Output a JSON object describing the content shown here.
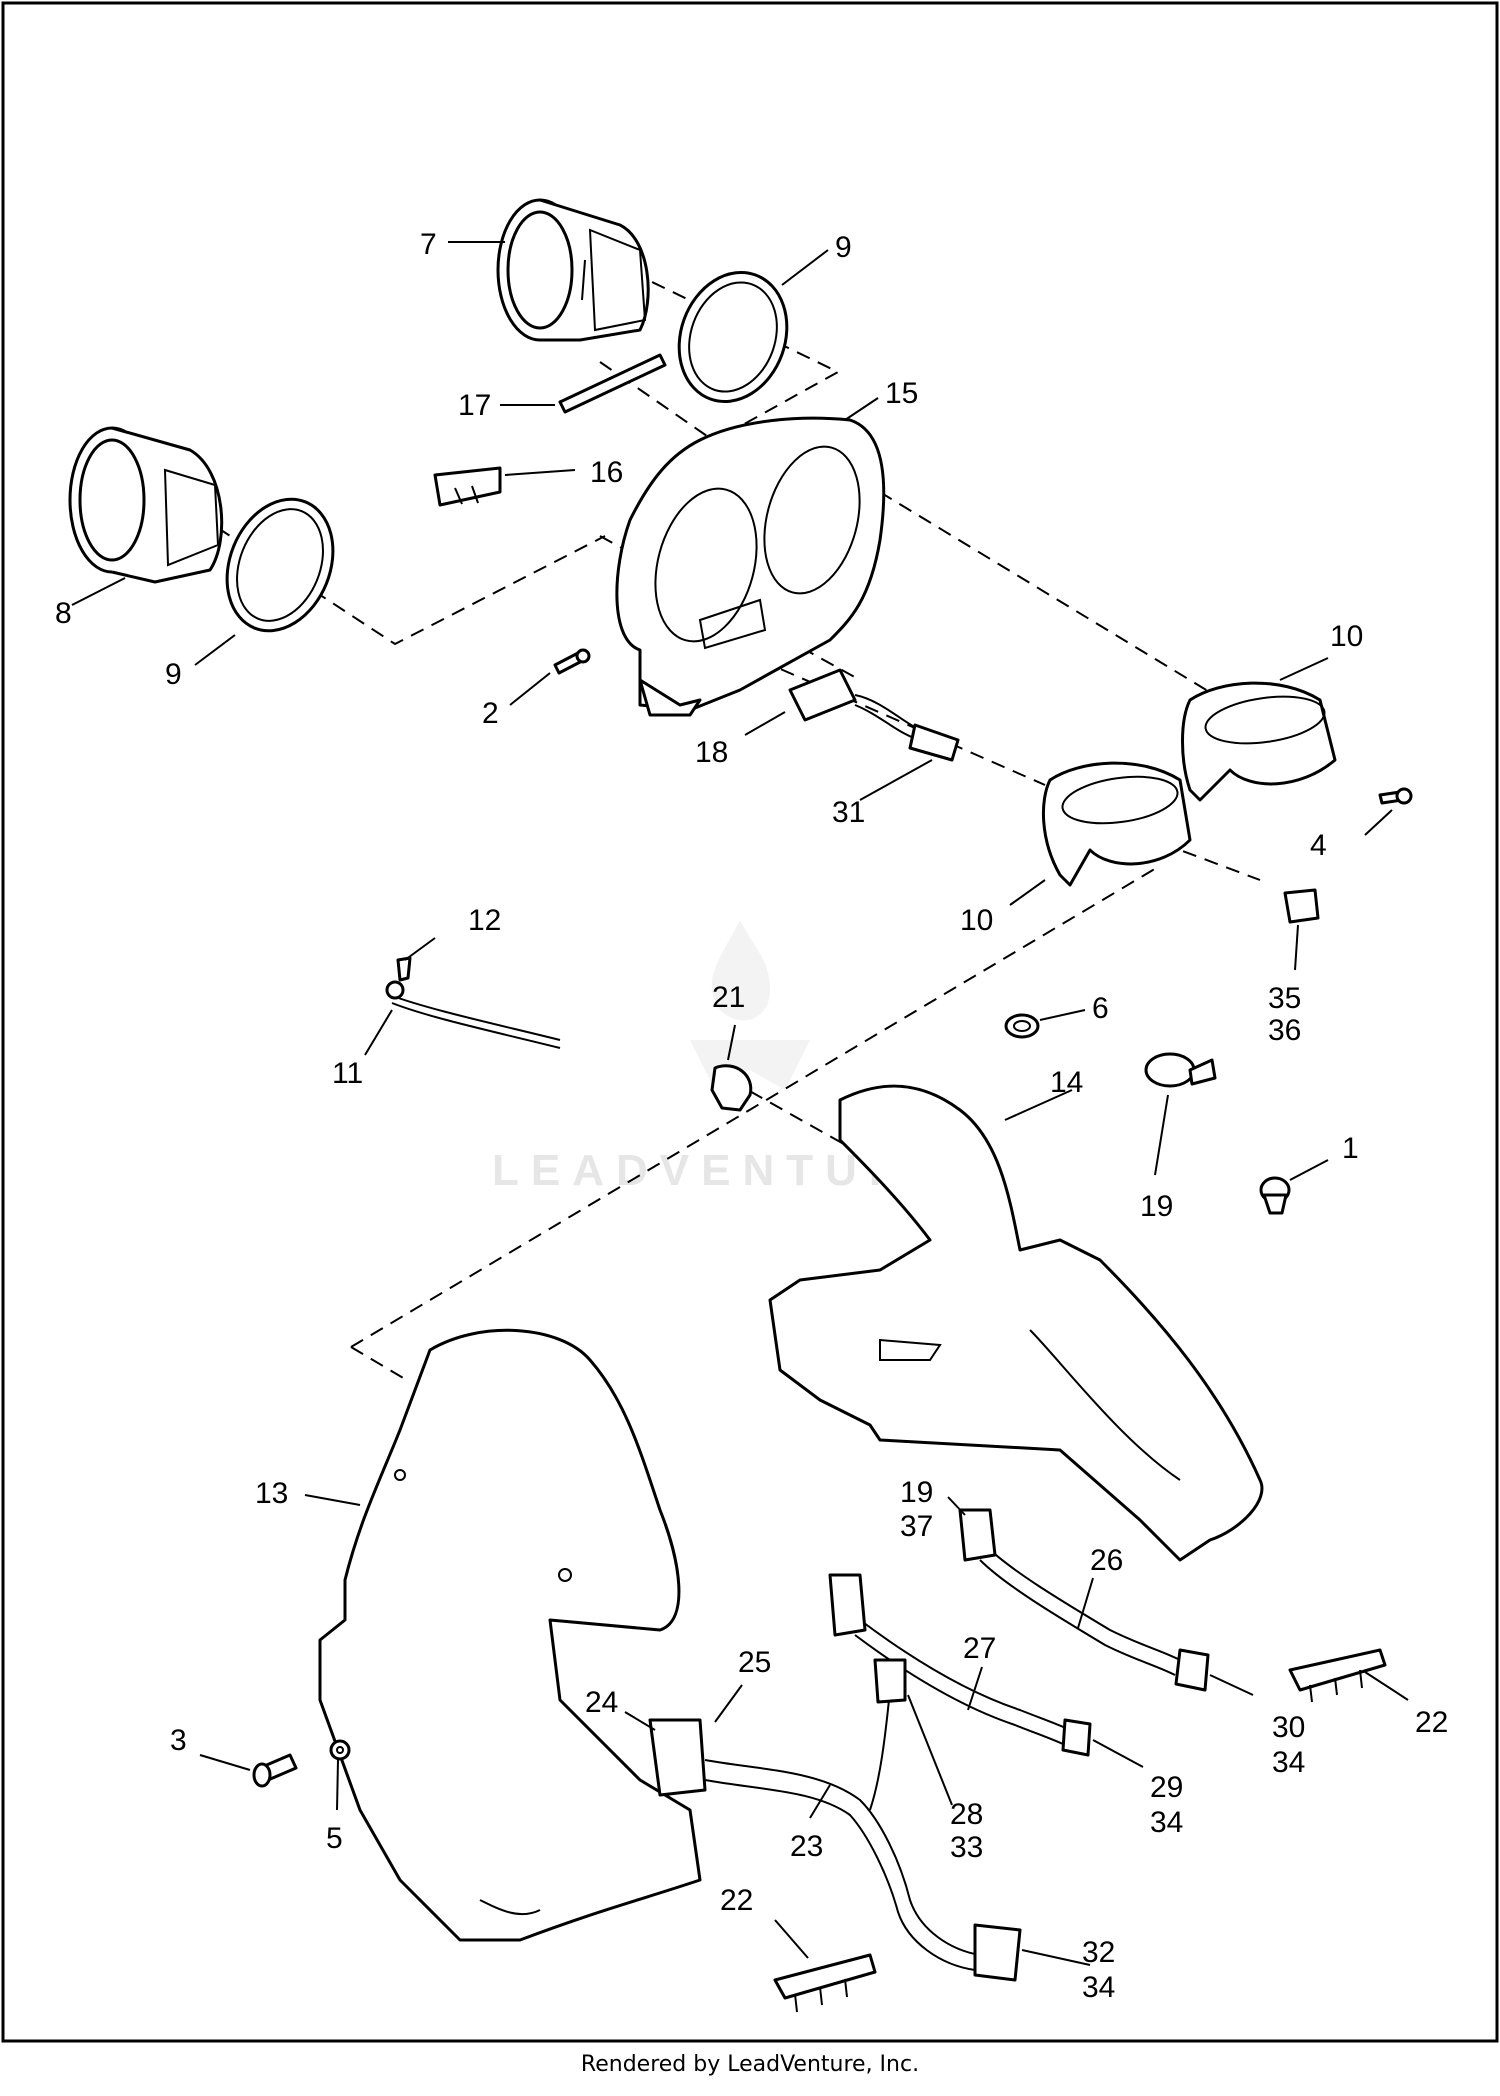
{
  "watermark": "LEADVENTURE",
  "footer": "Rendered by LeadVenture, Inc.",
  "callouts": {
    "c7": "7",
    "c9a": "9",
    "c17": "17",
    "c15": "15",
    "c16": "16",
    "c8": "8",
    "c9b": "9",
    "c2": "2",
    "c18": "18",
    "c31": "31",
    "c10a": "10",
    "c4": "4",
    "c10b": "10",
    "c35": "35",
    "c36": "36",
    "c12": "12",
    "c11": "11",
    "c21": "21",
    "c6": "6",
    "c14": "14",
    "c19a": "19",
    "c1": "1",
    "c13": "13",
    "c19b": "19",
    "c37": "37",
    "c26": "26",
    "c27": "27",
    "c25": "25",
    "c24": "24",
    "c30": "30",
    "c34a": "34",
    "c22a": "22",
    "c3": "3",
    "c29": "29",
    "c34b": "34",
    "c28": "28",
    "c33": "33",
    "c23": "23",
    "c5": "5",
    "c22b": "22",
    "c32": "32",
    "c34c": "34"
  }
}
